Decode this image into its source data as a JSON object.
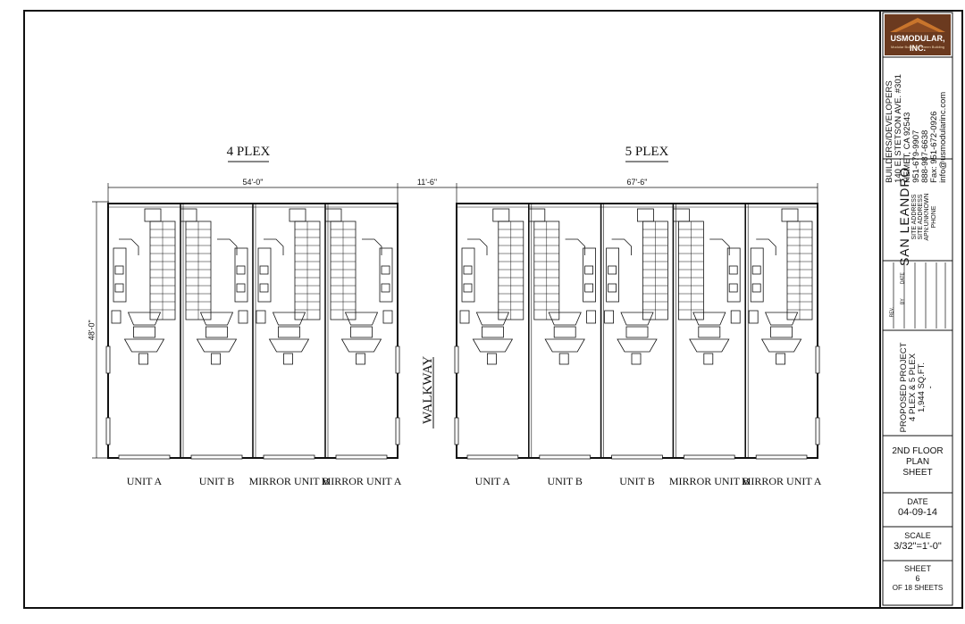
{
  "sheet_title": {
    "line1": "2ND FLOOR",
    "line2": "PLAN",
    "line3": "SHEET"
  },
  "company": {
    "logo_text": "USMODULAR, INC.",
    "tagline": "Modular Builders · Green Building",
    "lines": [
      "BUILDERS/DEVELOPERS",
      "140 E. STETSON AVE. #301",
      "HEMET, CA 92543",
      "951-679-9907",
      "888-987-6638",
      "Fax: 951-672-0926",
      "info@usmodularinc.com"
    ]
  },
  "site": {
    "name": "SAN LEANDRO",
    "address1": "SITE ADDRESS",
    "address2": "SITE ADDRESS",
    "apn": "APN:UNKNOWN",
    "phone": "PHONE"
  },
  "revision": {
    "rev": "REV.",
    "by": "BY",
    "date": "DATE"
  },
  "project": {
    "label": "PROPOSED PROJECT",
    "desc": "4 PLEX & 5 PLEX",
    "sqft": "1,944 SQ.FT.",
    "dash": "-"
  },
  "date": {
    "label": "DATE",
    "value": "04-09-14"
  },
  "scale": {
    "label": "SCALE",
    "value": "3/32\"=1'-0\""
  },
  "sheet": {
    "label": "SHEET",
    "number": "6",
    "of": "OF 18 SHEETS"
  },
  "plex4": {
    "title": "4 PLEX",
    "width_dim": "54'-0\"",
    "depth_dim": "48'-0\"",
    "units": [
      "UNIT A",
      "UNIT B",
      "MIRROR UNIT B",
      "MIRROR UNIT A"
    ]
  },
  "gap_dim": "11'-6\"",
  "walkway": "WALKWAY",
  "plex5": {
    "title": "5 PLEX",
    "width_dim": "67'-6\"",
    "units": [
      "UNIT A",
      "UNIT B",
      "UNIT B",
      "MIRROR UNIT B",
      "MIRROR UNIT A"
    ]
  },
  "colors": {
    "line": "#111111",
    "logo_bg": "#6b3a1f",
    "logo_roof": "#c9752c"
  }
}
